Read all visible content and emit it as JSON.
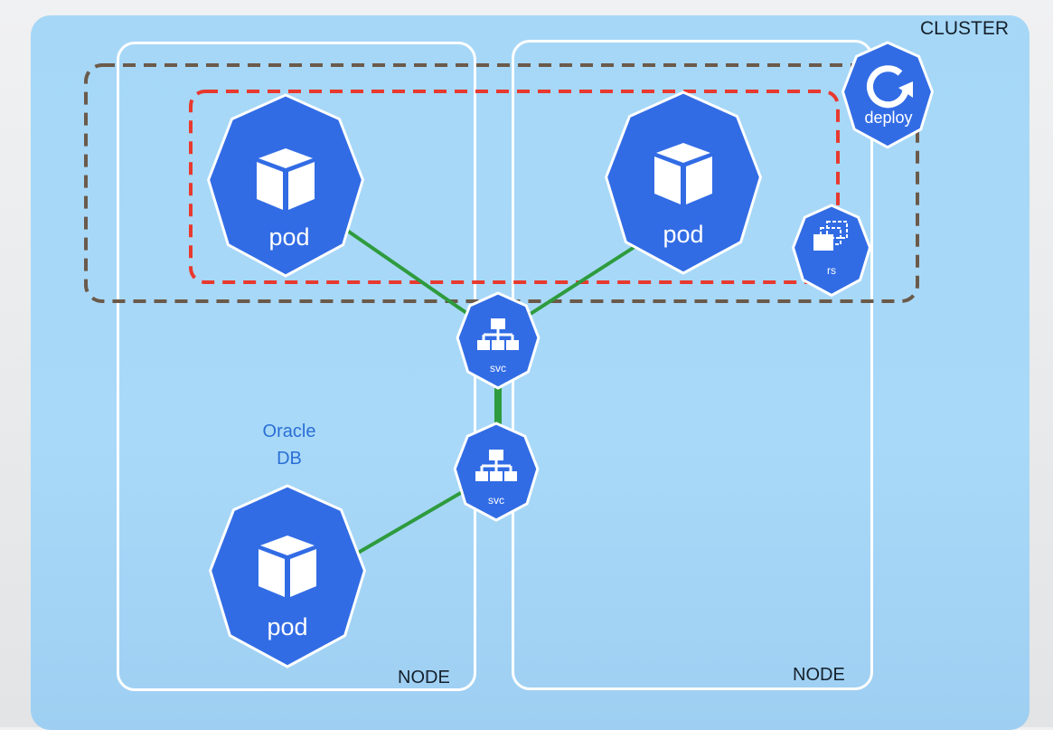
{
  "cluster": {
    "label": "CLUSTER"
  },
  "nodes": [
    {
      "label": "NODE"
    },
    {
      "label": "NODE"
    }
  ],
  "database": {
    "line1": "Oracle",
    "line2": "DB"
  },
  "pods": [
    {
      "label": "pod"
    },
    {
      "label": "pod"
    },
    {
      "label": "pod"
    }
  ],
  "services": [
    {
      "label": "svc"
    },
    {
      "label": "svc"
    }
  ],
  "replicaset": {
    "label": "rs"
  },
  "deployment": {
    "label": "deploy"
  },
  "colors": {
    "cluster_bg": "#a8d8f8",
    "k8s_blue": "#326ce5",
    "connection": "#2e9b3e",
    "deployment_boundary": "#6b5a4a",
    "replicaset_boundary": "#e8392f"
  },
  "icons": {
    "pod": "pod-cube-icon",
    "svc": "service-network-icon",
    "rs": "replicaset-stack-icon",
    "deploy": "deployment-cycle-icon"
  }
}
